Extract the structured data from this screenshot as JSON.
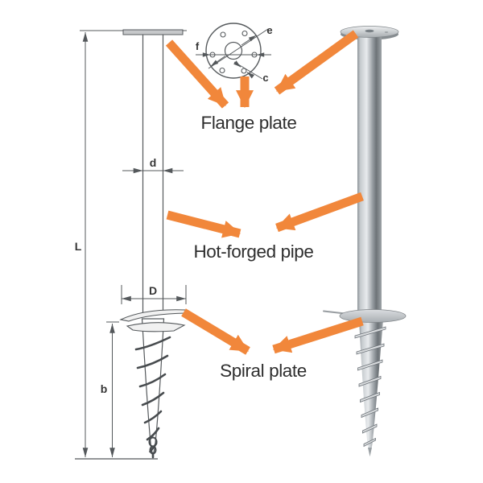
{
  "colors": {
    "accent": "#F1873B",
    "line": "#54585B",
    "text": "#2E2E2E"
  },
  "callouts": {
    "flange_plate": "Flange plate",
    "hot_forged_pipe": "Hot-forged pipe",
    "spiral_plate": "Spiral plate"
  },
  "dimensions": {
    "overall_length": "L",
    "pipe_diameter": "d",
    "spiral_plate_diameter": "D",
    "screw_section_length": "b",
    "flange_detail_e": "e",
    "flange_detail_f": "f",
    "flange_detail_c": "c"
  }
}
